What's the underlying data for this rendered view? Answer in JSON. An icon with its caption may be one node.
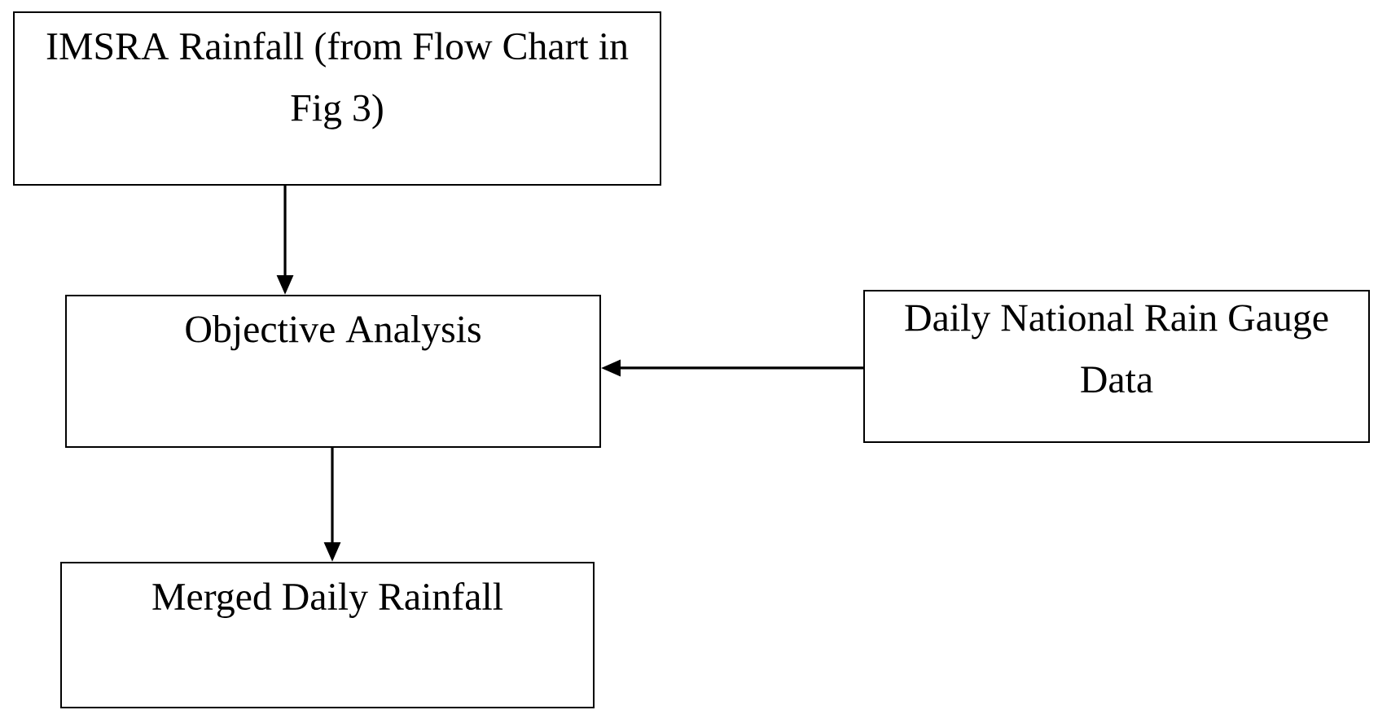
{
  "diagram": {
    "nodes": [
      {
        "text": [
          "IMSRA Rainfall (from Flow Chart in Fig 3)"
        ]
      },
      {
        "text": [
          "Objective Analysis"
        ]
      },
      {
        "text": [
          "Daily National Rain Gauge Data"
        ]
      },
      {
        "text": [
          "Merged Daily Rainfall"
        ]
      }
    ],
    "edges": [
      {
        "from": 0,
        "to": 1,
        "arrow": "to"
      },
      {
        "from": 2,
        "to": 1,
        "arrow": "to"
      },
      {
        "from": 1,
        "to": 3,
        "arrow": "to"
      }
    ]
  }
}
